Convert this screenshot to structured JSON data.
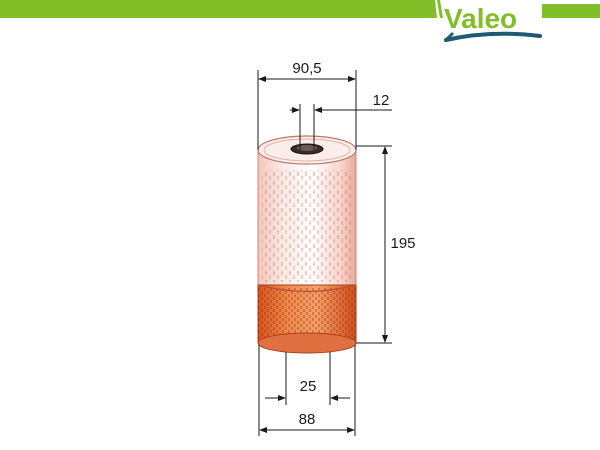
{
  "brand": {
    "name": "Valeo",
    "color": "#82be28",
    "logo_swoosh_color": "#1f5a73"
  },
  "product": {
    "type": "oil-filter-element",
    "paper_color": "#e8604a",
    "bottom_band_color": "#e86a2a"
  },
  "dimensions": {
    "outer_width_top": "90,5",
    "inner_bore_top": "12",
    "height": "195",
    "inner_bore_bottom": "25",
    "outer_width_bottom": "88"
  }
}
